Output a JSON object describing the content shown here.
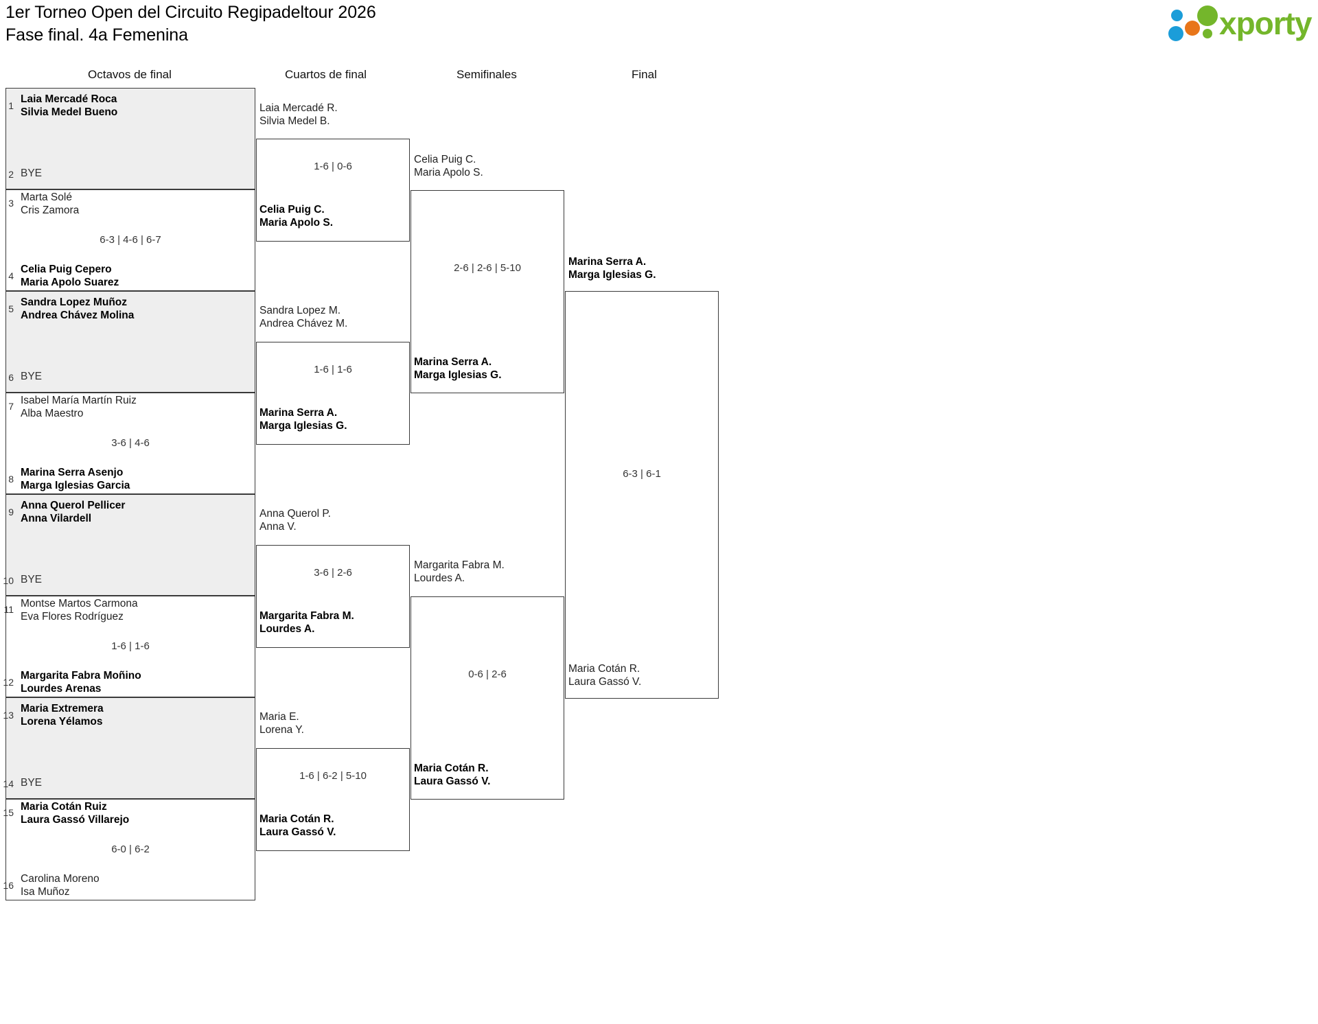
{
  "header": {
    "title_line1": "1er Torneo Open del Circuito Regipadeltour 2026",
    "title_line2": "Fase final. 4a Femenina",
    "logo_text": "xporty",
    "logo_colors": {
      "green": "#74b62b",
      "blue": "#1b9dd9",
      "orange": "#e8761a"
    }
  },
  "rounds": [
    {
      "id": "r16",
      "label": "Octavos de final"
    },
    {
      "id": "qf",
      "label": "Cuartos de final"
    },
    {
      "id": "sf",
      "label": "Semifinales"
    },
    {
      "id": "f",
      "label": "Final"
    }
  ],
  "round_of_16": {
    "matches": [
      {
        "id": "m1",
        "shaded": true,
        "score": "",
        "top": {
          "seed": "1",
          "n1": "Laia Mercadé Roca",
          "n2": "Silvia Medel Bueno",
          "winner": true,
          "bye": false
        },
        "bottom": {
          "seed": "2",
          "n1": "BYE",
          "n2": "",
          "winner": false,
          "bye": true
        }
      },
      {
        "id": "m2",
        "shaded": false,
        "score": "6-3 | 4-6 | 6-7",
        "top": {
          "seed": "3",
          "n1": "Marta Solé",
          "n2": "Cris Zamora",
          "winner": false,
          "bye": false
        },
        "bottom": {
          "seed": "4",
          "n1": "Celia Puig Cepero",
          "n2": "Maria Apolo Suarez",
          "winner": true,
          "bye": false
        }
      },
      {
        "id": "m3",
        "shaded": true,
        "score": "",
        "top": {
          "seed": "5",
          "n1": "Sandra Lopez Muñoz",
          "n2": "Andrea Chávez Molina",
          "winner": true,
          "bye": false
        },
        "bottom": {
          "seed": "6",
          "n1": "BYE",
          "n2": "",
          "winner": false,
          "bye": true
        }
      },
      {
        "id": "m4",
        "shaded": false,
        "score": "3-6 | 4-6",
        "top": {
          "seed": "7",
          "n1": "Isabel María Martín Ruiz",
          "n2": "Alba Maestro",
          "winner": false,
          "bye": false
        },
        "bottom": {
          "seed": "8",
          "n1": "Marina Serra Asenjo",
          "n2": "Marga Iglesias Garcia",
          "winner": true,
          "bye": false
        }
      },
      {
        "id": "m5",
        "shaded": true,
        "score": "",
        "top": {
          "seed": "9",
          "n1": "Anna Querol Pellicer",
          "n2": "Anna Vilardell",
          "winner": true,
          "bye": false
        },
        "bottom": {
          "seed": "10",
          "n1": "BYE",
          "n2": "",
          "winner": false,
          "bye": true
        }
      },
      {
        "id": "m6",
        "shaded": false,
        "score": "1-6 | 1-6",
        "top": {
          "seed": "11",
          "n1": "Montse Martos Carmona",
          "n2": "Eva Flores Rodríguez",
          "winner": false,
          "bye": false
        },
        "bottom": {
          "seed": "12",
          "n1": "Margarita Fabra Moñino",
          "n2": "Lourdes Arenas",
          "winner": true,
          "bye": false
        }
      },
      {
        "id": "m7",
        "shaded": true,
        "score": "",
        "top": {
          "seed": "13",
          "n1": "Maria Extremera",
          "n2": "Lorena Yélamos",
          "winner": true,
          "bye": false
        },
        "bottom": {
          "seed": "14",
          "n1": "BYE",
          "n2": "",
          "winner": false,
          "bye": true
        }
      },
      {
        "id": "m8",
        "shaded": false,
        "score": "6-0 | 6-2",
        "top": {
          "seed": "15",
          "n1": "Maria Cotán Ruiz",
          "n2": "Laura Gassó Villarejo",
          "winner": true,
          "bye": false
        },
        "bottom": {
          "seed": "16",
          "n1": "Carolina Moreno",
          "n2": "Isa Muñoz",
          "winner": false,
          "bye": false
        }
      }
    ]
  },
  "quarterfinals": {
    "matches": [
      {
        "id": "qf1",
        "score": "1-6 | 0-6",
        "top": {
          "n1": "Laia Mercadé R.",
          "n2": "Silvia Medel B.",
          "winner": false
        },
        "bottom": {
          "n1": "Celia Puig C.",
          "n2": "Maria Apolo S.",
          "winner": true
        }
      },
      {
        "id": "qf2",
        "score": "1-6 | 1-6",
        "top": {
          "n1": "Sandra Lopez M.",
          "n2": "Andrea Chávez M.",
          "winner": false
        },
        "bottom": {
          "n1": "Marina Serra A.",
          "n2": "Marga Iglesias G.",
          "winner": true
        }
      },
      {
        "id": "qf3",
        "score": "3-6 | 2-6",
        "top": {
          "n1": "Anna Querol P.",
          "n2": "Anna V.",
          "winner": false
        },
        "bottom": {
          "n1": "Margarita Fabra M.",
          "n2": "Lourdes A.",
          "winner": true
        }
      },
      {
        "id": "qf4",
        "score": "1-6 | 6-2 | 5-10",
        "top": {
          "n1": "Maria E.",
          "n2": "Lorena Y.",
          "winner": false
        },
        "bottom": {
          "n1": "Maria Cotán R.",
          "n2": "Laura Gassó V.",
          "winner": true
        }
      }
    ]
  },
  "semifinals": {
    "matches": [
      {
        "id": "sf1",
        "score": "2-6 | 2-6 | 5-10",
        "top": {
          "n1": "Celia Puig C.",
          "n2": "Maria Apolo S.",
          "winner": false
        },
        "bottom": {
          "n1": "Marina Serra A.",
          "n2": "Marga Iglesias G.",
          "winner": true
        }
      },
      {
        "id": "sf2",
        "score": "0-6 | 2-6",
        "top": {
          "n1": "Margarita Fabra M.",
          "n2": "Lourdes A.",
          "winner": false
        },
        "bottom": {
          "n1": "Maria Cotán R.",
          "n2": "Laura Gassó V.",
          "winner": true
        }
      }
    ]
  },
  "final": {
    "matches": [
      {
        "id": "f1",
        "score": "6-3 | 6-1",
        "top": {
          "n1": "Marina Serra A.",
          "n2": "Marga Iglesias G.",
          "winner": true
        },
        "bottom": {
          "n1": "Maria Cotán R.",
          "n2": "Laura Gassó V.",
          "winner": false
        }
      }
    ]
  }
}
